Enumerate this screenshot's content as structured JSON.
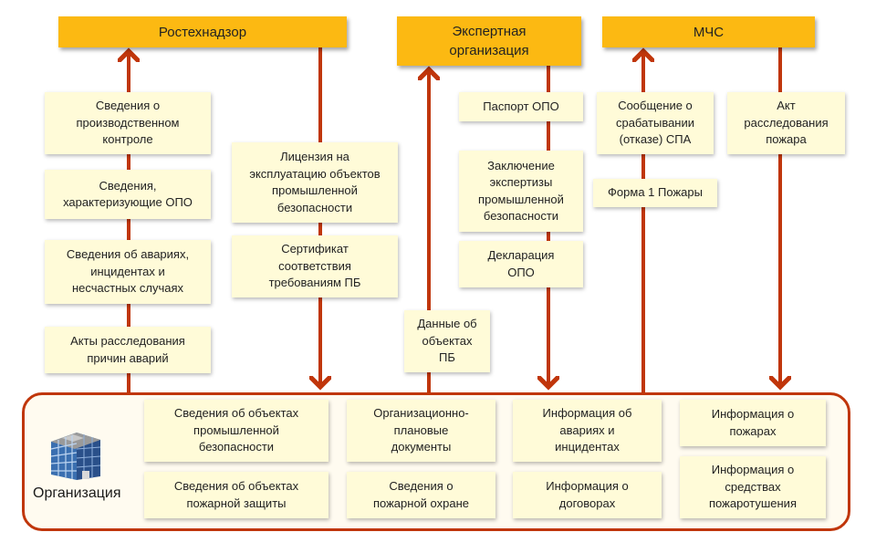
{
  "headers": {
    "rostekhnadzor": "Ростехнадзор",
    "expert_org_line1": "Экспертная",
    "expert_org_line2": "организация",
    "mchs": "МЧС"
  },
  "up_boxes_rtn": [
    {
      "lines": [
        "Сведения о",
        "производственном",
        "контроле"
      ]
    },
    {
      "lines": [
        "Сведения,",
        "характеризующие ОПО"
      ]
    },
    {
      "lines": [
        "Сведения об авариях,",
        "инцидентах и",
        "несчастных случаях"
      ]
    },
    {
      "lines": [
        "Акты расследования",
        "причин аварий"
      ]
    }
  ],
  "down_boxes_rtn": [
    {
      "lines": [
        "Лицензия на",
        "эксплуатацию объектов",
        "промышленной",
        "безопасности"
      ]
    },
    {
      "lines": [
        "Сертификат",
        "соответствия",
        "требованиям ПБ"
      ]
    }
  ],
  "up_boxes_expert": [
    {
      "lines": [
        "Данные об",
        "объектах",
        "ПБ"
      ]
    }
  ],
  "down_boxes_expert": [
    {
      "lines": [
        "Паспорт ОПО"
      ]
    },
    {
      "lines": [
        "Заключение",
        "экспертизы",
        "промышленной",
        "безопасности"
      ]
    },
    {
      "lines": [
        "Декларация",
        "ОПО"
      ]
    }
  ],
  "up_boxes_mchs": [
    {
      "lines": [
        "Сообщение о",
        "срабатывании",
        "(отказе) СПА"
      ]
    },
    {
      "lines": [
        "Форма 1 Пожары"
      ]
    }
  ],
  "down_boxes_mchs": [
    {
      "lines": [
        "Акт",
        "расследования",
        "пожара"
      ]
    }
  ],
  "organization": {
    "label": "Организация",
    "icon": "office-building-icon",
    "items": [
      {
        "lines": [
          "Сведения об объектах",
          "промышленной",
          "безопасности"
        ]
      },
      {
        "lines": [
          "Сведения об объектах",
          "пожарной защиты"
        ]
      },
      {
        "lines": [
          "Организационно-",
          "плановые",
          "документы"
        ]
      },
      {
        "lines": [
          "Сведения о",
          "пожарной охране"
        ]
      },
      {
        "lines": [
          "Информация об",
          "авариях и",
          "инцидентах"
        ]
      },
      {
        "lines": [
          "Информация о",
          "договорах"
        ]
      },
      {
        "lines": [
          "Информация о",
          "пожарах"
        ]
      },
      {
        "lines": [
          "Информация о",
          "средствах",
          "пожаротушения"
        ]
      }
    ]
  },
  "colors": {
    "header_fill": "#fcb912",
    "box_fill": "#fffbd8",
    "arrow": "#c0360b",
    "org_border": "#c0360b"
  }
}
